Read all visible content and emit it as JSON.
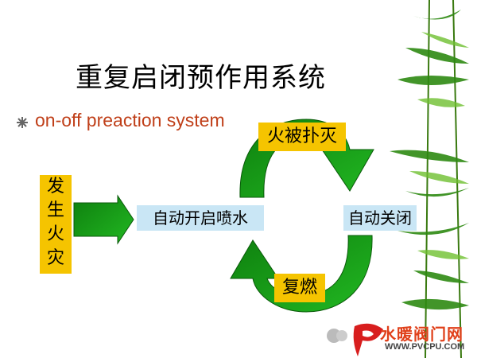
{
  "slide": {
    "title": "重复启闭预作用系统",
    "subtitle": "on-off preaction system"
  },
  "diagram": {
    "start_chars": [
      "发",
      "生",
      "火",
      "灾"
    ],
    "spray_label": "自动开启喷水",
    "close_label": "自动关闭",
    "extinguished_label": "火被扑灭",
    "reignite_label": "复燃"
  },
  "watermark": {
    "brand": "水暖阀门网",
    "url": "WWW.PVCPU.COM"
  },
  "colors": {
    "arrow_green": "#18a018",
    "box_blue": "#c9e6f5",
    "box_yellow": "#f5c400",
    "subtitle_red": "#c0401a"
  }
}
